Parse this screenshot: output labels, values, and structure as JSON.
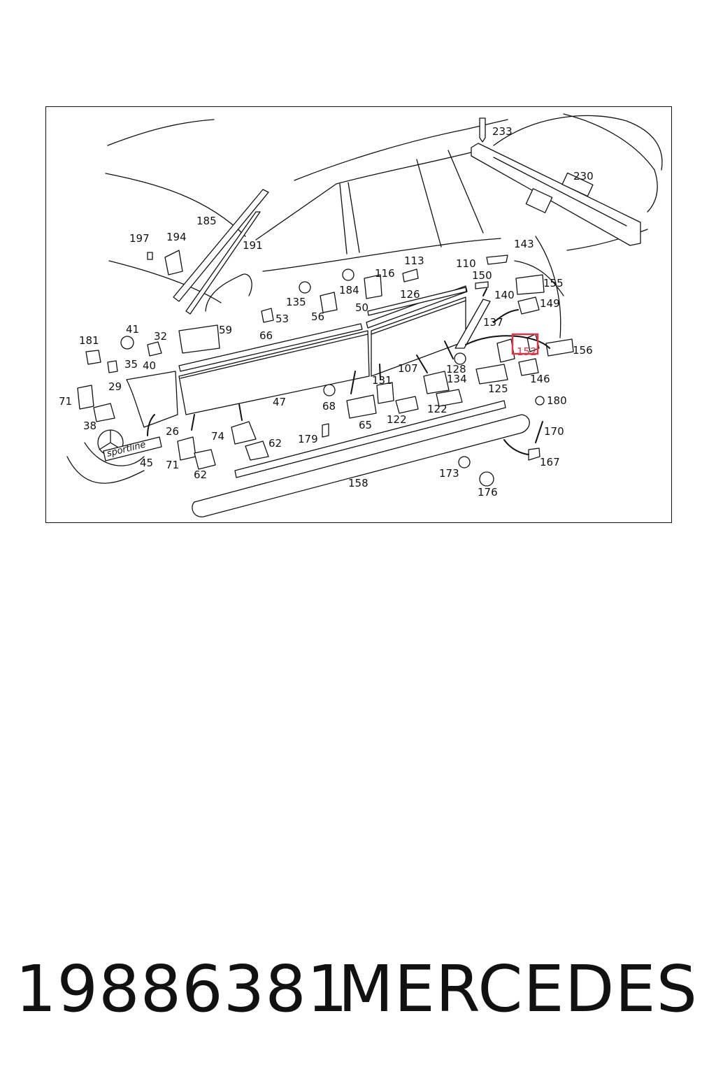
{
  "footer": {
    "part_number": "19886381",
    "brand": "MERCEDES"
  },
  "diagram": {
    "emblem_text": "sportline",
    "highlight_color": "#d23a4a",
    "highlighted_callout": "152",
    "callouts": [
      "233",
      "230",
      "185",
      "191",
      "197",
      "194",
      "143",
      "110",
      "150",
      "155",
      "113",
      "116",
      "184",
      "126",
      "135",
      "140",
      "149",
      "56",
      "53",
      "50",
      "137",
      "66",
      "59",
      "41",
      "32",
      "181",
      "35",
      "40",
      "152",
      "156",
      "128",
      "107",
      "131",
      "134",
      "125",
      "146",
      "29",
      "47",
      "68",
      "65",
      "122",
      "180",
      "71",
      "38",
      "74",
      "62",
      "179",
      "170",
      "26",
      "167",
      "173",
      "45",
      "158",
      "176"
    ]
  }
}
